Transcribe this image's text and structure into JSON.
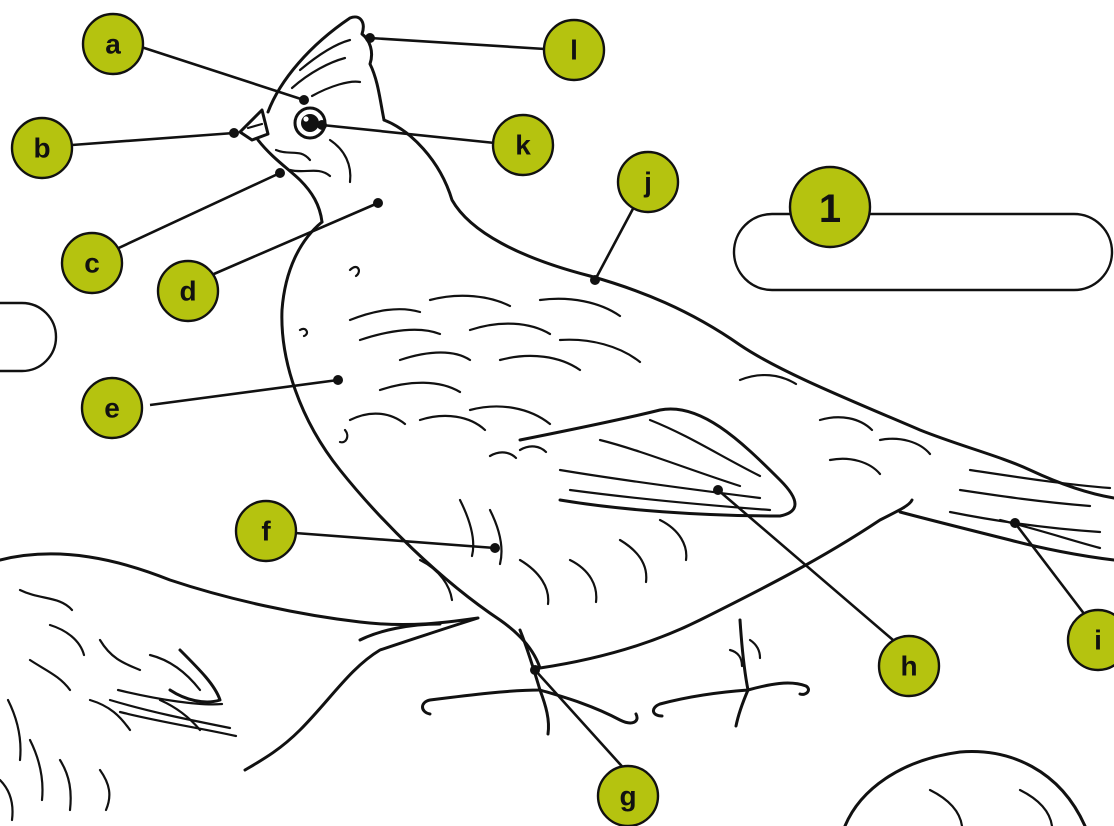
{
  "diagram": {
    "marker_color": "#b5c30f",
    "line_color": "#111111",
    "markers": [
      {
        "key": "a",
        "text": "a"
      },
      {
        "key": "b",
        "text": "b"
      },
      {
        "key": "c",
        "text": "c"
      },
      {
        "key": "d",
        "text": "d"
      },
      {
        "key": "e",
        "text": "e"
      },
      {
        "key": "f",
        "text": "f"
      },
      {
        "key": "g",
        "text": "g"
      },
      {
        "key": "h",
        "text": "h"
      },
      {
        "key": "i",
        "text": "i"
      },
      {
        "key": "j",
        "text": "j"
      },
      {
        "key": "k",
        "text": "k"
      },
      {
        "key": "l",
        "text": "l"
      }
    ],
    "answer_box": {
      "number": "1",
      "answer": ""
    }
  }
}
